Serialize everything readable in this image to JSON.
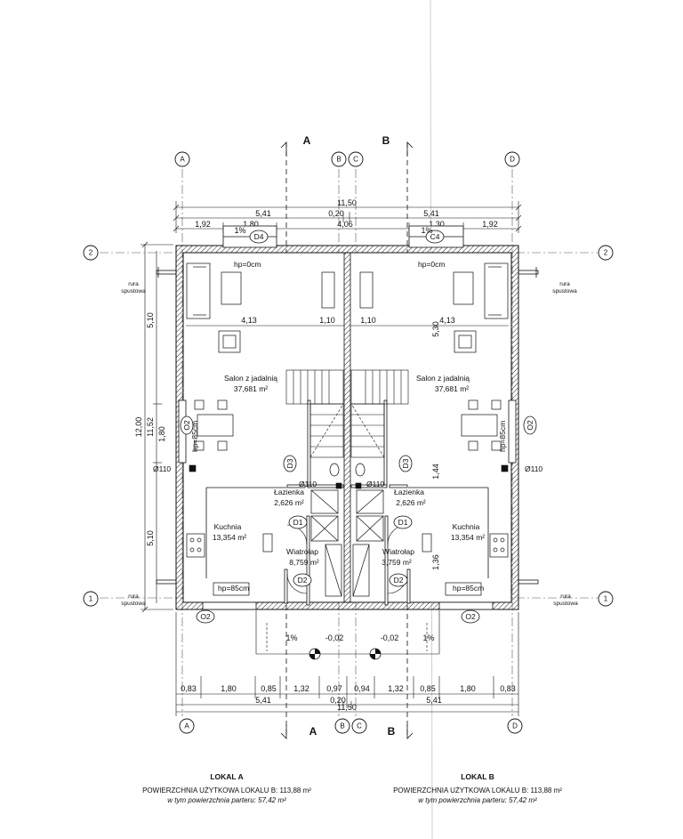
{
  "sections": {
    "a": "A",
    "b": "B"
  },
  "axes": {
    "a": "A",
    "b": "B",
    "c": "C",
    "d": "D",
    "one": "1",
    "two": "2"
  },
  "dims_top": {
    "total": "11,50",
    "half_left": "5,41",
    "mid": "0,20",
    "half_right": "5,41",
    "s192_left": "1,92",
    "s180": "1,80",
    "s406": "4,06",
    "s130": "1,30",
    "s192_right": "1,92"
  },
  "dims_left": {
    "total": "12,00",
    "inner": "11,52",
    "upper": "5,10",
    "mid": "1,80",
    "lower": "5,10"
  },
  "dims_bottom": {
    "d083a": "0,83",
    "d180a": "1,80",
    "d085a": "0,85",
    "d132a": "1,32",
    "d097": "0,97",
    "d094": "0,94",
    "d132b": "1,32",
    "d085b": "0,85",
    "d180b": "1,80",
    "d083b": "0,83",
    "half_left": "5,41",
    "mid": "0,20",
    "half_right": "5,41",
    "total": "11,50"
  },
  "inner_dims": {
    "w413": "4,13",
    "w110": "1,10",
    "right_v": "5,30",
    "right_v2": "1,44",
    "right_v3": "1,36"
  },
  "slopes": {
    "top": "1%",
    "bottom": "1%",
    "level": "-0,02"
  },
  "labels": {
    "hp0": "hp=0cm",
    "hp85": "hp=85cm",
    "rura": "rura",
    "spustowa": "spustowa",
    "pipe": "Ø110",
    "d1": "D1",
    "d2": "D2",
    "d3": "D3",
    "c4": "C4",
    "o2": "O2",
    "d4": "D4"
  },
  "rooms": {
    "salon": "Salon z jadalnią",
    "salon_area": "37,681 m²",
    "lazienka": "Łazienka",
    "lazienka_area": "2,626 m²",
    "kuchnia": "Kuchnia",
    "kuchnia_area": "13,354 m²",
    "wiatrolap": "Wiatrołap",
    "wiatrolap_area_a": "8,759 m²",
    "wiatrolap_area_b": "3,759 m²"
  },
  "footer": {
    "a_title": "LOKAL A",
    "a_line1": "POWIERZCHNIA UŻYTKOWA LOKALU B: 113,88 m²",
    "a_line2": "w tym powierzchnia parteru: 57,42 m²",
    "b_title": "LOKAL B",
    "b_line1": "POWIERZCHNIA UŻYTKOWA LOKALU B: 113,88 m²",
    "b_line2": "w tym powierzchnia parteru: 57,42 m²"
  }
}
